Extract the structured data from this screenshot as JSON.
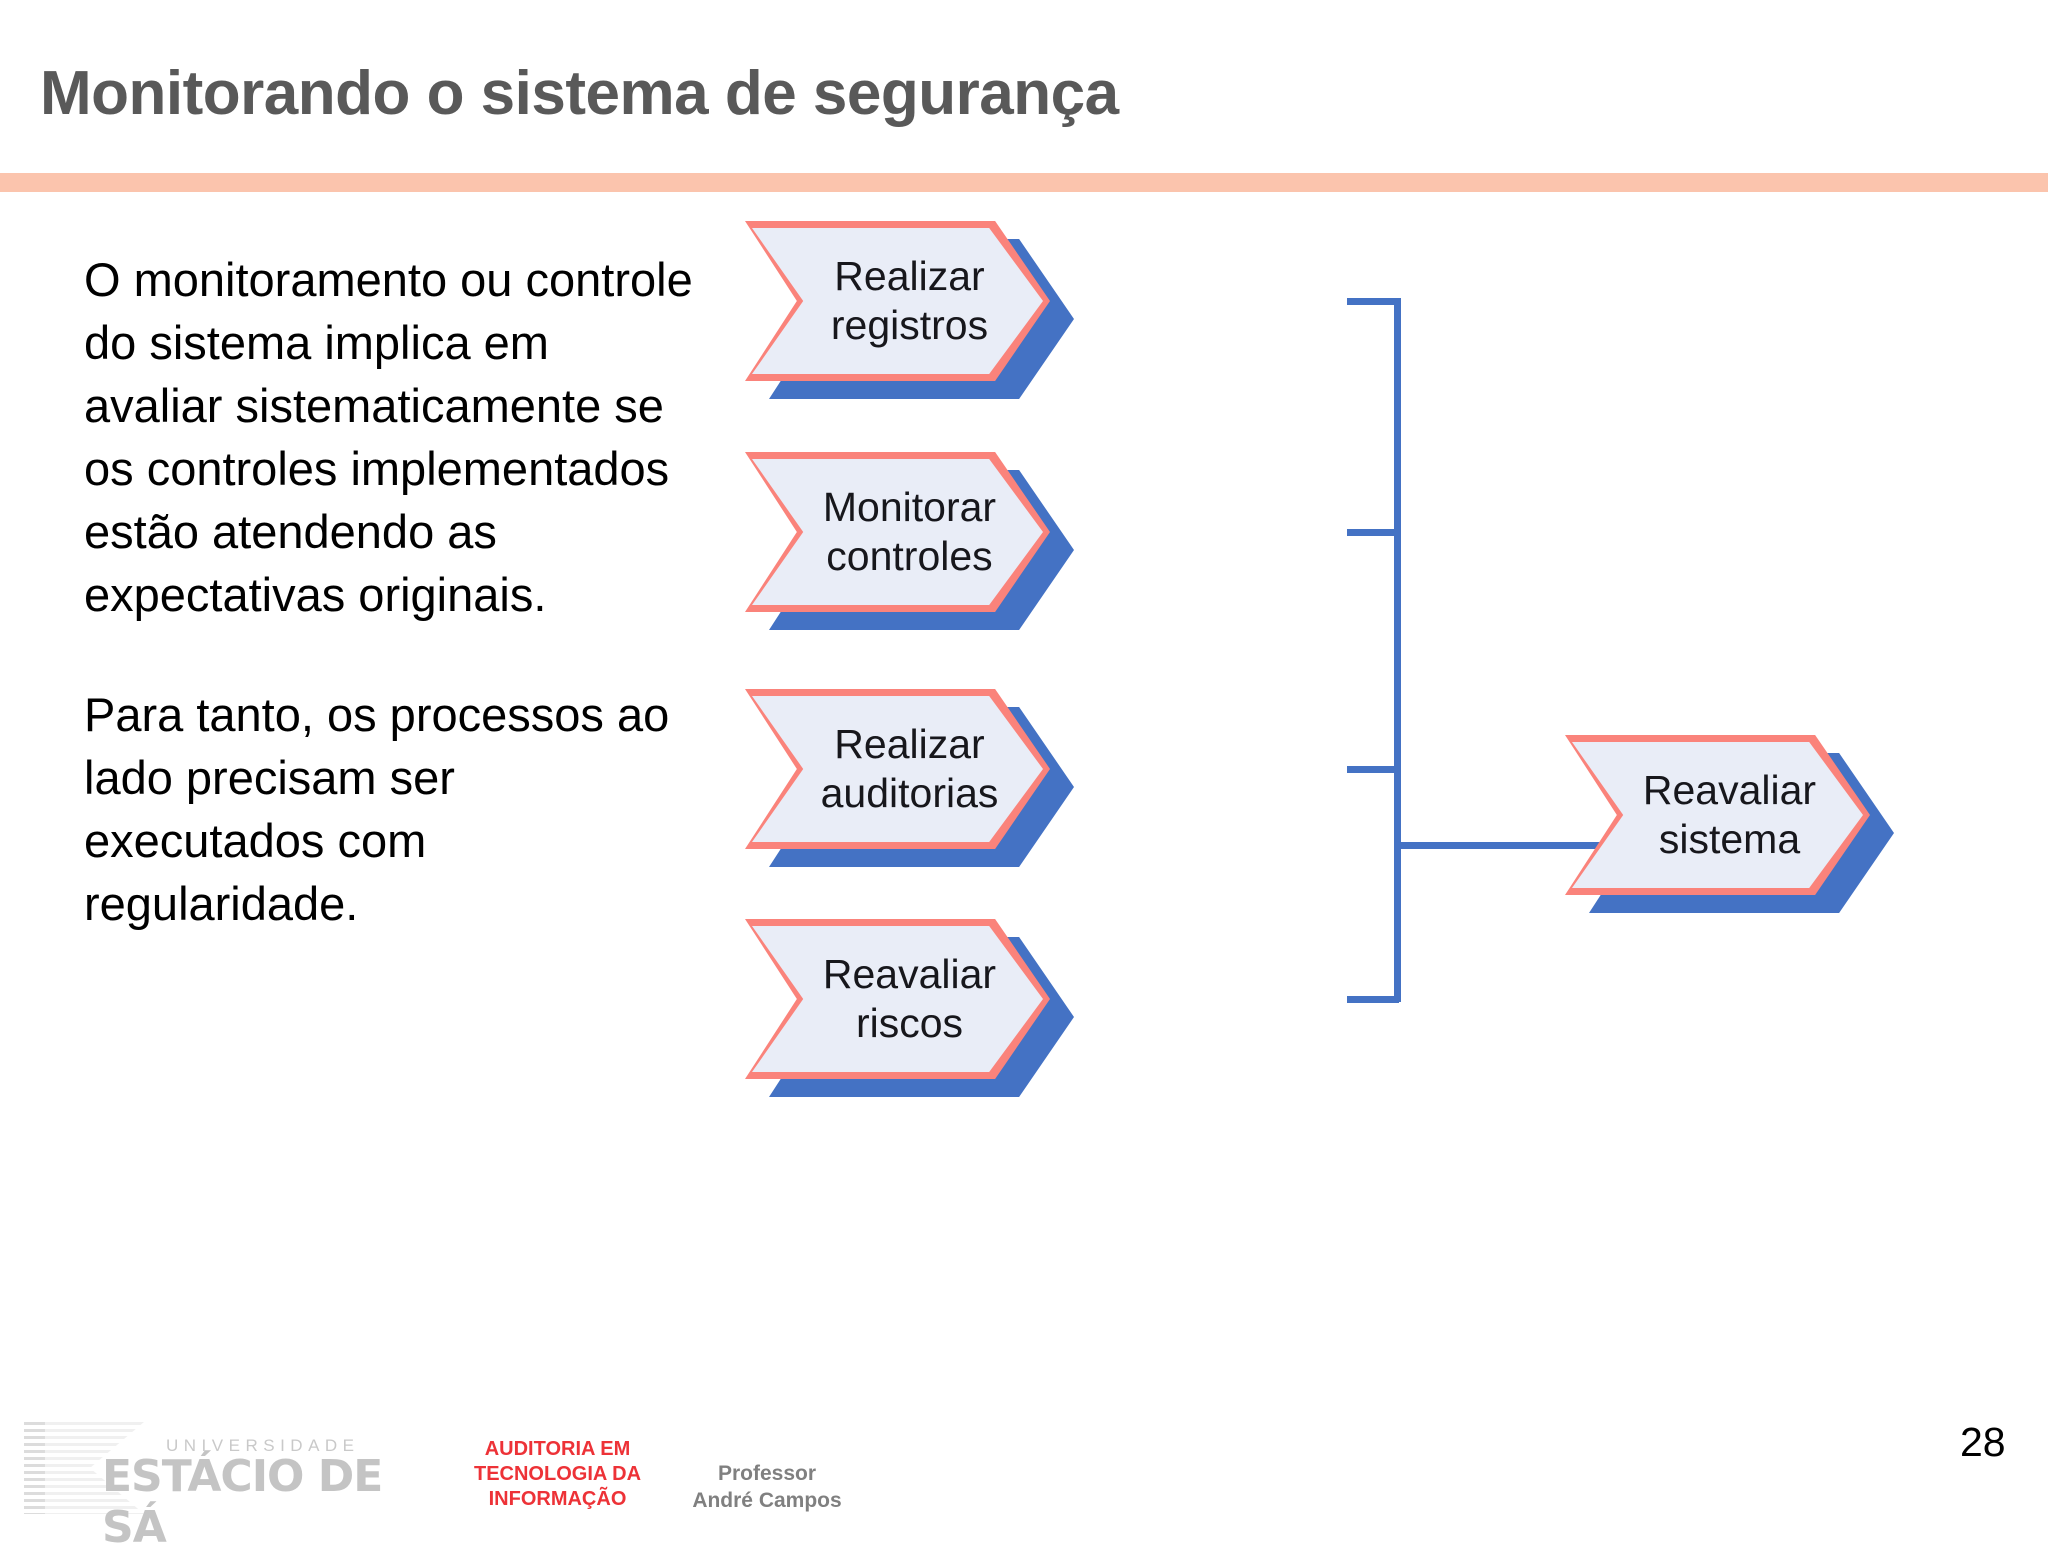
{
  "slide": {
    "title": "Monitorando o sistema de segurança",
    "page_number": "28",
    "accent_bar_color": "#fbc4ad",
    "title_color": "#595959"
  },
  "body": {
    "paragraphs": [
      "O monitoramento ou controle do sistema implica em avaliar sistematicamente se os controles implementados estão atendendo as expectativas originais.",
      "Para tanto, os processos ao lado precisam ser executados com regularidade."
    ]
  },
  "diagram": {
    "type": "process-flow",
    "node_fill": "#e9edf7",
    "node_border": "#fa837b",
    "node_shadow": "#4472c4",
    "connector_color": "#4472c4",
    "inputs": [
      {
        "label": "Realizar\nregistros"
      },
      {
        "label": "Monitorar\ncontroles"
      },
      {
        "label": "Realizar\nauditorias"
      },
      {
        "label": "Reavaliar\nriscos"
      }
    ],
    "output": {
      "label": "Reavaliar\nsistema"
    }
  },
  "footer": {
    "logo": {
      "line_top": "UNIVERSIDADE",
      "line_main": "ESTÁCIO DE SÁ"
    },
    "course": "AUDITORIA EM TECNOLOGIA DA INFORMAÇÃO",
    "professor_role": "Professor",
    "professor_name": "André Campos",
    "course_color": "#ed3237"
  }
}
